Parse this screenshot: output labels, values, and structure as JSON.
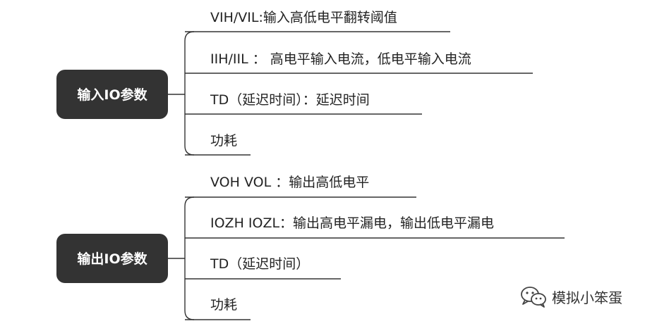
{
  "mindmap": {
    "groups": [
      {
        "label": "输入IO参数",
        "children": [
          "VIH/VIL:输入高低电平翻转阈值",
          "IIH/IIL ： 高电平输入电流，低电平输入电流",
          "TD（延迟时间）：延迟时间",
          "功耗"
        ]
      },
      {
        "label": "输出IO参数",
        "children": [
          "VOH VOL ：输出高低电平",
          "IOZH IOZL：输出高电平漏电，输出低电平漏电",
          "TD（延迟时间）",
          "功耗"
        ]
      }
    ]
  },
  "watermark": {
    "text": "模拟小笨蛋",
    "icon": "wechat-icon"
  }
}
